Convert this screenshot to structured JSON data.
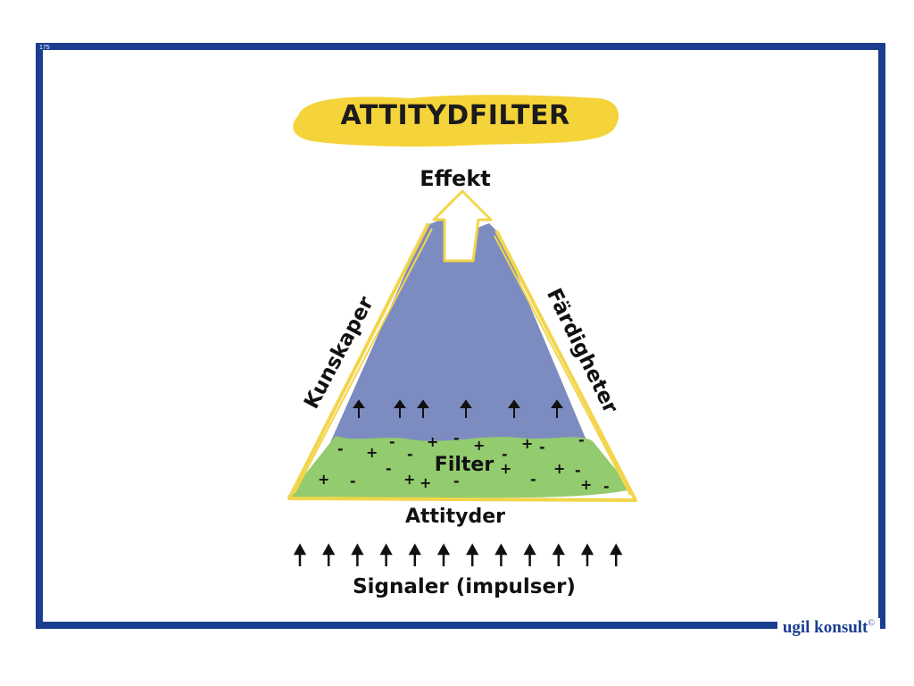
{
  "page_number": "175",
  "title": "ATTITYDFILTER",
  "labels": {
    "effect": "Effekt",
    "knowledge": "Kunskaper",
    "skills": "Färdigheter",
    "filter": "Filter",
    "attitudes": "Attityder",
    "signals": "Signaler (impulser)"
  },
  "filter_signs": [
    "-",
    "+",
    "-",
    "-",
    "+",
    "-",
    "+",
    "-",
    "+",
    "-",
    "-",
    "+",
    "-",
    "-",
    "+",
    "+",
    "-",
    "+",
    "-",
    "+",
    "-",
    "+",
    "-"
  ],
  "footer": {
    "brand": "ugil konsult",
    "copyright": "©"
  },
  "colors": {
    "frame": "#1a3d8f",
    "highlight": "#f5d33a",
    "mountain": "#7d8cc0",
    "filter_layer": "#93cb6f",
    "outline": "#f2d54b"
  },
  "icons": [
    "up-arrow-icon"
  ]
}
